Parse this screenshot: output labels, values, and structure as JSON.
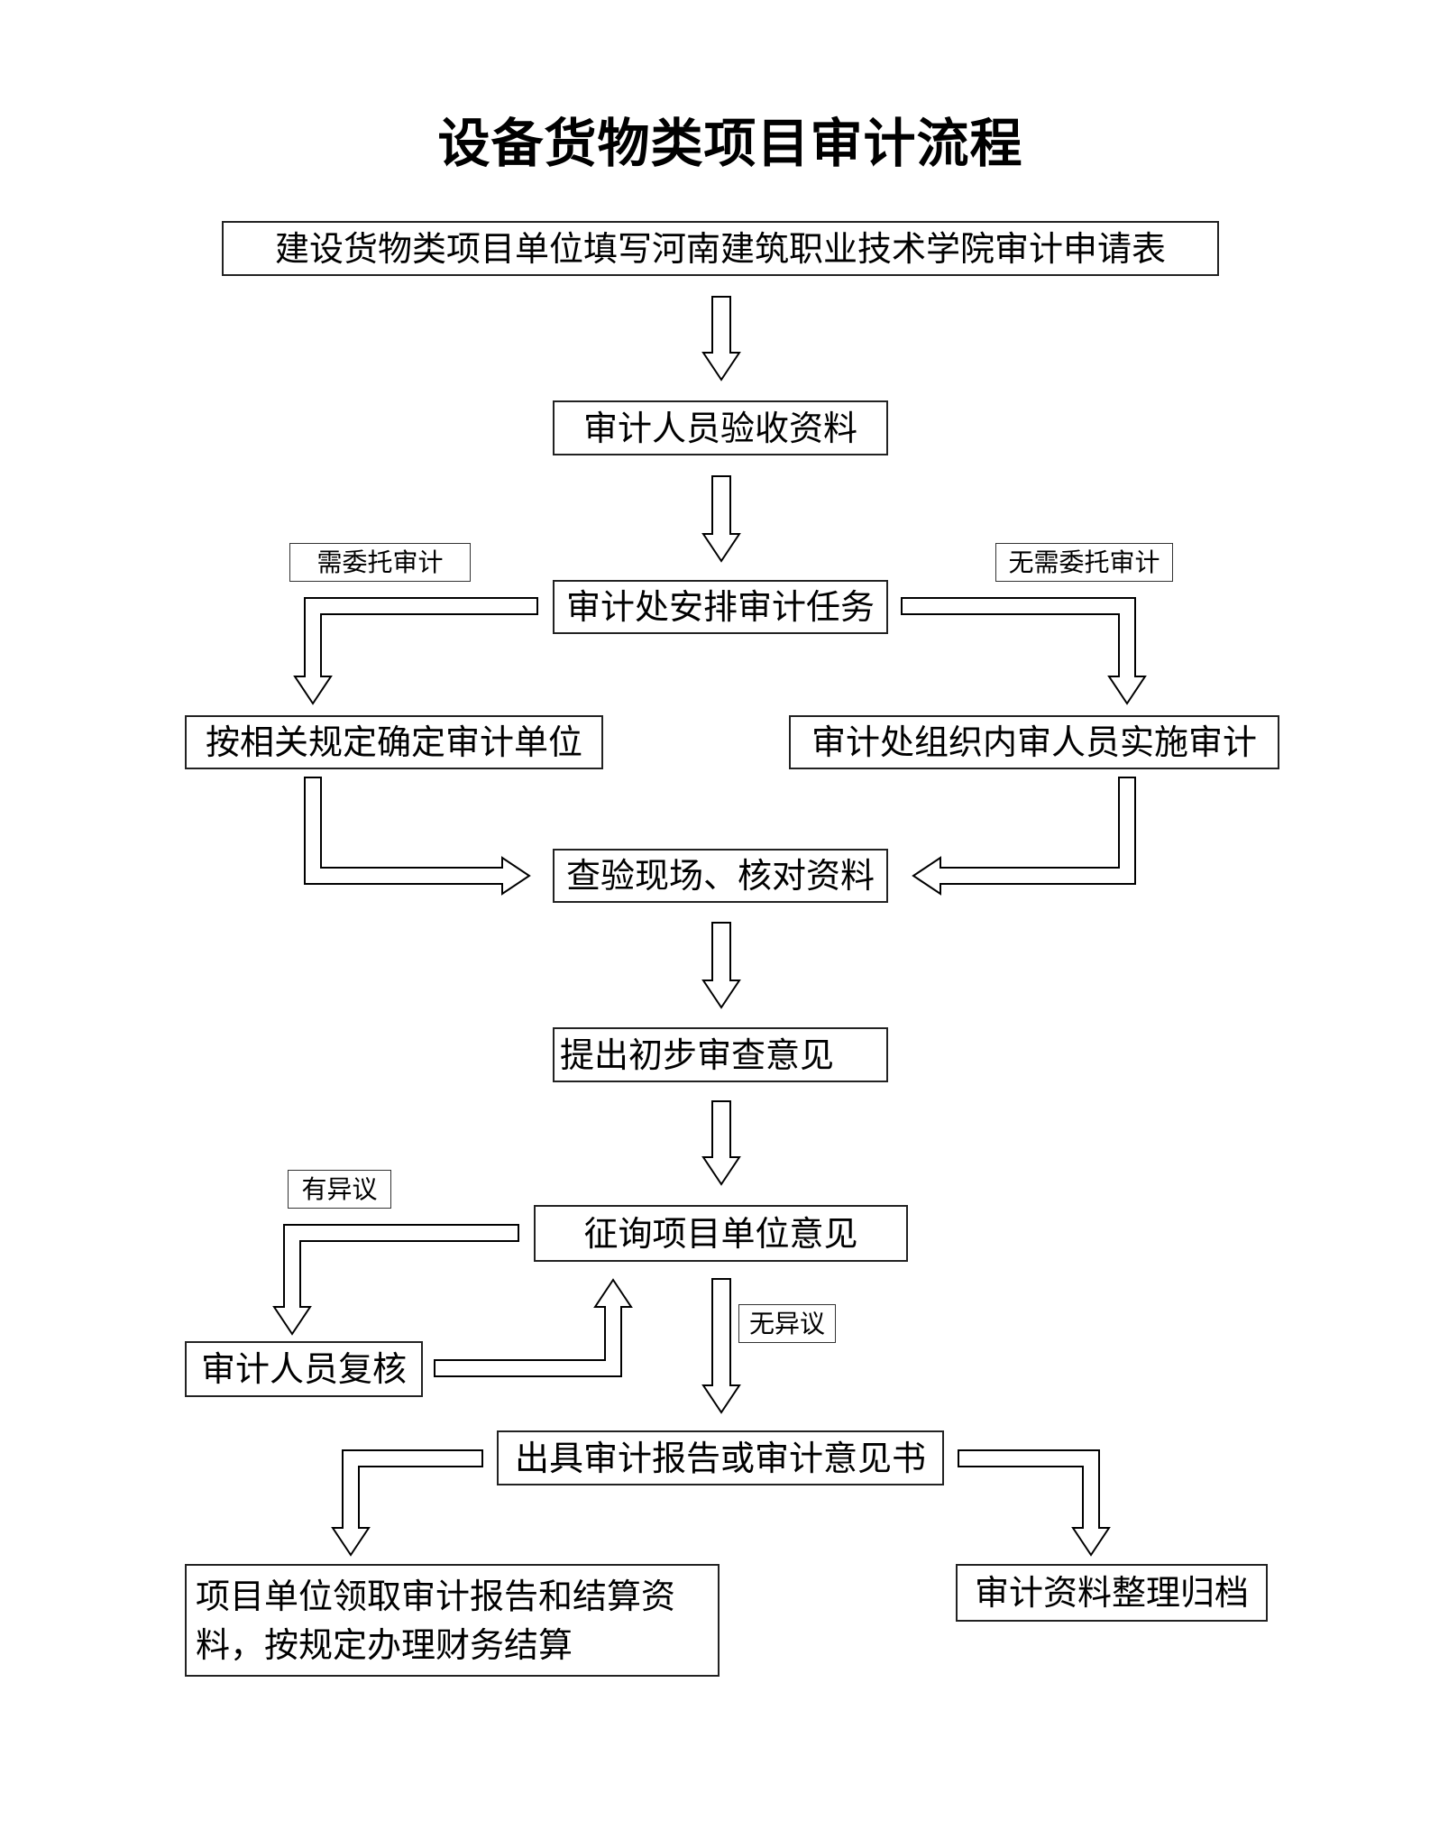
{
  "title": "设备货物类项目审计流程",
  "nodes": {
    "apply": "建设货物类项目单位填写河南建筑职业技术学院审计申请表",
    "receive": "审计人员验收资料",
    "assign": "审计处安排审计任务",
    "select_unit": "按相关规定确定审计单位",
    "internal_audit": "审计处组织内审人员实施审计",
    "inspect": "查验现场、核对资料",
    "preliminary": "提出初步审查意见",
    "consult": "征询项目单位意见",
    "review": "审计人员复核",
    "report": "出具审计报告或审计意见书",
    "settle": [
      "项目单位领取审计报告和结算资",
      "料，按规定办理财务结算"
    ],
    "archive": "审计资料整理归档"
  },
  "branch_labels": {
    "entrust": "需委托审计",
    "no_entrust": "无需委托审计",
    "objection": "有异议",
    "no_objection": "无异议"
  }
}
